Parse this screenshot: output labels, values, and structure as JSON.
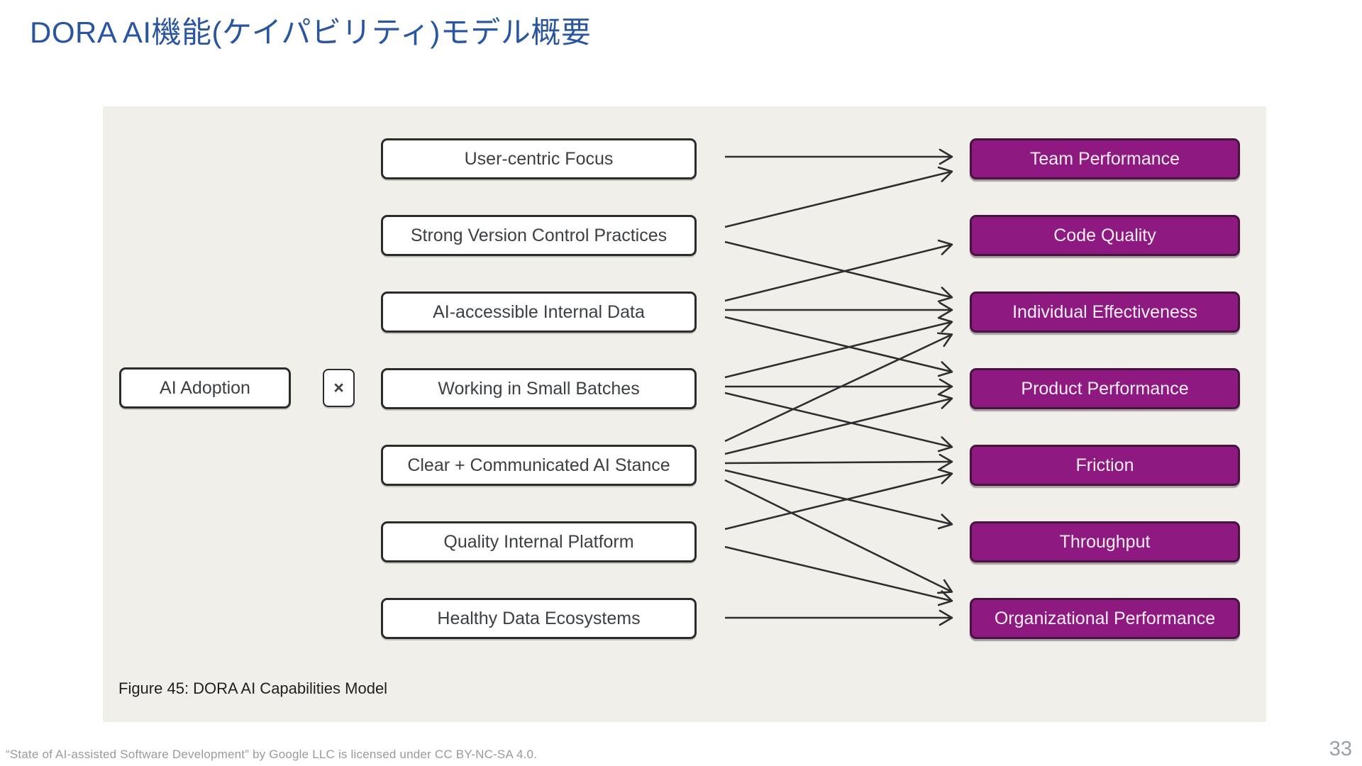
{
  "title": "DORA AI機能(ケイパビリティ)モデル概要",
  "figure": {
    "caption": "Figure 45: DORA AI Capabilities Model",
    "adoption_label": "AI Adoption",
    "multiply_symbol": "×",
    "capabilities": [
      "User-centric Focus",
      "Strong Version Control Practices",
      "AI-accessible Internal Data",
      "Working in Small Batches",
      "Clear + Communicated AI Stance",
      "Quality Internal Platform",
      "Healthy Data Ecosystems"
    ],
    "outcomes": [
      "Team Performance",
      "Code Quality",
      "Individual Effectiveness",
      "Product Performance",
      "Friction",
      "Throughput",
      "Organizational Performance"
    ],
    "row_centers": [
      224,
      332,
      440,
      548,
      656,
      764,
      872
    ],
    "links": [
      {
        "from": 0,
        "to": 0,
        "sy": 221,
        "ey": 221
      },
      {
        "from": 1,
        "to": 0,
        "sy": 320,
        "ey": 242
      },
      {
        "from": 1,
        "to": 2,
        "sy": 341,
        "ey": 419
      },
      {
        "from": 2,
        "to": 1,
        "sy": 424,
        "ey": 345
      },
      {
        "from": 2,
        "to": 2,
        "sy": 437,
        "ey": 437
      },
      {
        "from": 2,
        "to": 3,
        "sy": 447,
        "ey": 524
      },
      {
        "from": 3,
        "to": 2,
        "sy": 532,
        "ey": 454
      },
      {
        "from": 3,
        "to": 3,
        "sy": 545,
        "ey": 545
      },
      {
        "from": 3,
        "to": 4,
        "sy": 554,
        "ey": 630
      },
      {
        "from": 4,
        "to": 2,
        "sy": 622,
        "ey": 472
      },
      {
        "from": 4,
        "to": 3,
        "sy": 640,
        "ey": 562
      },
      {
        "from": 4,
        "to": 4,
        "sy": 653,
        "ey": 651
      },
      {
        "from": 4,
        "to": 5,
        "sy": 663,
        "ey": 739
      },
      {
        "from": 4,
        "to": 6,
        "sy": 677,
        "ey": 834
      },
      {
        "from": 5,
        "to": 4,
        "sy": 746,
        "ey": 668
      },
      {
        "from": 5,
        "to": 6,
        "sy": 771,
        "ey": 847
      },
      {
        "from": 6,
        "to": 6,
        "sy": 871,
        "ey": 871
      }
    ]
  },
  "footer": {
    "license": "“State of AI-assisted Software Development” by Google LLC is licensed under CC BY-NC-SA 4.0.",
    "page_number": "33"
  },
  "colors": {
    "title_blue": "#2A55A0",
    "panel_bg": "#F0EFEA",
    "outcome_purple": "#8E1A81",
    "outcome_border": "#471440",
    "arrow_dark": "#2E2E2E"
  }
}
